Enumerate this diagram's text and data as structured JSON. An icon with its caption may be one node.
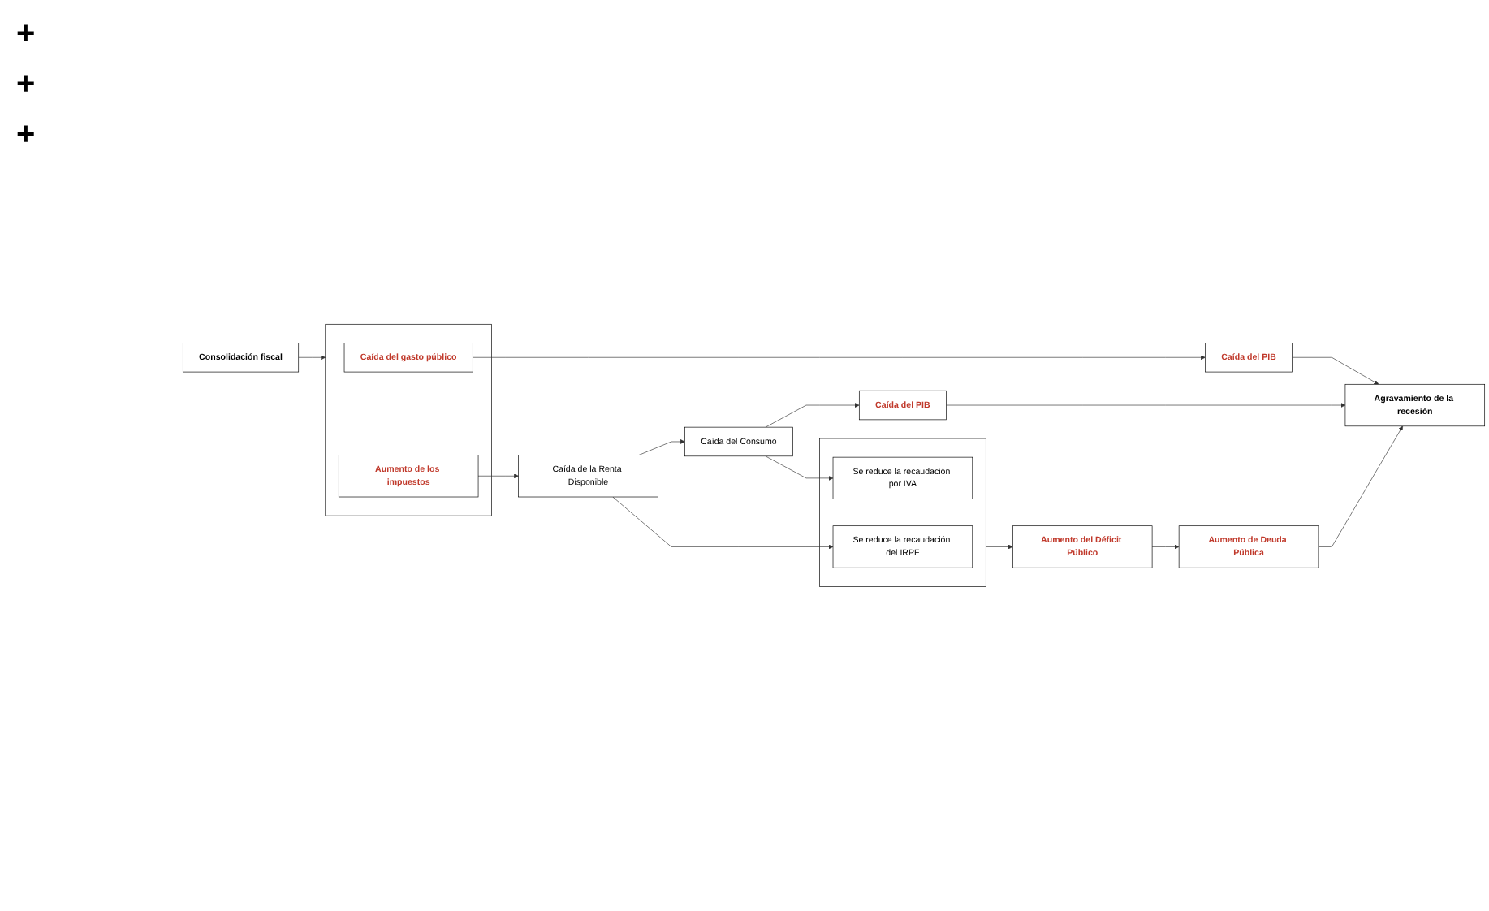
{
  "diagram": {
    "nodes": [
      {
        "text": [
          "Consolidación fiscal"
        ]
      },
      {
        "text": [],
        "shape": "box"
      },
      {
        "text": [
          "Caída del gasto público"
        ],
        "in": 1
      },
      {
        "text": [
          "Aumento de los impuestos"
        ],
        "in": 1
      },
      {
        "text": [
          "Caída del PIB"
        ]
      },
      {
        "text": [
          "Caída de la Renta Disponible"
        ]
      },
      {
        "text": [
          "Caída del Consumo"
        ]
      },
      {
        "text": [
          "Caída del PIB"
        ]
      },
      {
        "text": [
          "Agravamiento de la recesión"
        ]
      },
      {
        "text": [],
        "shape": "box"
      },
      {
        "text": [
          "Se reduce la recaudación del IRPF"
        ],
        "in": 9
      },
      {
        "text": [
          "Se reduce la recaudación por IVA"
        ],
        "in": 9
      },
      {
        "text": [
          "Aumento del Déficit Público"
        ]
      },
      {
        "text": [
          "Aumento de Deuda Pública"
        ]
      }
    ],
    "edges": [
      {
        "from": 0,
        "to": 1,
        "arrow": "to"
      },
      {
        "from": 2,
        "to": 4,
        "arrow": "to"
      },
      {
        "from": 3,
        "to": 5,
        "arrow": "to"
      },
      {
        "from": 5,
        "to": 6,
        "arrow": "to"
      },
      {
        "from": 6,
        "to": 7,
        "arrow": "to"
      },
      {
        "from": 4,
        "to": 8,
        "arrow": "to"
      },
      {
        "from": 7,
        "to": 8,
        "arrow": "to"
      },
      {
        "from": 5,
        "to": 10,
        "arrow": "to"
      },
      {
        "from": 6,
        "to": 11,
        "arrow": "to"
      },
      {
        "from": 9,
        "to": 12,
        "arrow": "to"
      },
      {
        "from": 12,
        "to": 13,
        "arrow": "to"
      },
      {
        "from": 13,
        "to": 8,
        "arrow": "to"
      }
    ],
    "labels": [
      "+",
      "+",
      "+"
    ]
  }
}
